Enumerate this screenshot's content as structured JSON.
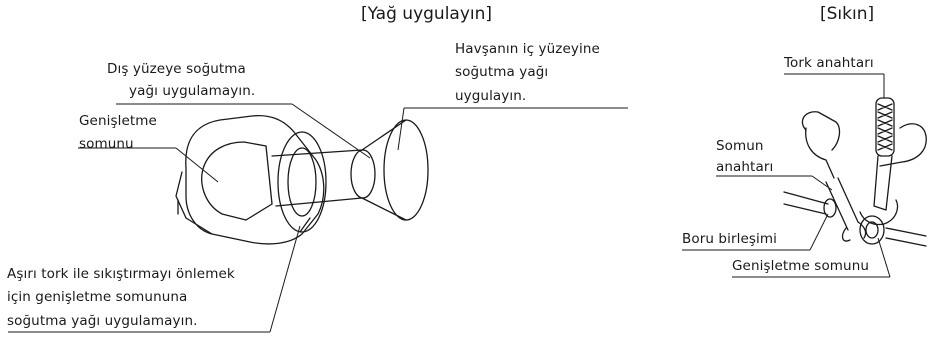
{
  "left_diagram": {
    "header": "[Yağ  uygulayın]",
    "label_outer_surface": [
      "Dış yüzeye soğutma",
      "yağı uygulamayın."
    ],
    "label_inner_surface": [
      "Havşanın iç yüzeyine",
      "soğutma yağı",
      "uygulayın."
    ],
    "label_flare_nut": [
      "Genişletme",
      "somunu"
    ],
    "label_overtighten": [
      "Aşırı tork ile sıkıştırmayı önlemek",
      "için genişletme somununa",
      "soğutma yağı uygulamayın."
    ]
  },
  "right_diagram": {
    "header": "[Sıkın]",
    "label_torque_wrench": "Tork anahtarı",
    "label_spanner": [
      "Somun",
      "anahtarı"
    ],
    "label_pipe_union": "Boru birleşimi",
    "label_flare_nut": "Genişletme somunu"
  }
}
